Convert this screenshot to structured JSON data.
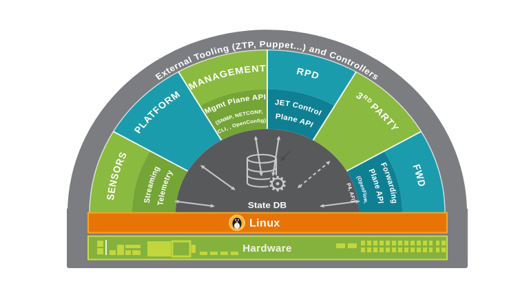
{
  "arc_title": "External Tooling (ZTP, Puppet...) and  Controllers",
  "segments": {
    "sensors": {
      "label": "SENSORS",
      "sub1": "Streaming",
      "sub2": "Telemetry"
    },
    "platform": {
      "label": "PLATFORM"
    },
    "management": {
      "label": "MANAGEMENT",
      "api": "Mgmt Plane API",
      "api_sub1": "(SNMP, NETCONF,",
      "api_sub2": "CLI, , OpenConfig)"
    },
    "rpd": {
      "label": "RPD",
      "api_line1": "JET Control",
      "api_line2": "Plane API"
    },
    "third_party": {
      "num": "3",
      "sup": "RD",
      "rest": "PARTY",
      "full_label": "3RD PARTY"
    },
    "fwd": {
      "label": "FWD",
      "api_line1": "Forwarding",
      "api_line2": "Plane API",
      "api_sub1": "(OpenFlow,",
      "api_sub2": "P4, AFI)"
    }
  },
  "center": {
    "label": "State DB",
    "db_icon": "database-with-gear"
  },
  "bars": {
    "linux_label": "Linux",
    "hardware_label": "Hardware"
  },
  "icons": {
    "gear": "⚙"
  },
  "colors": {
    "gray_frame": "#7c7d80",
    "gray_center": "#58595b",
    "green": "#8aba3f",
    "green_dark": "#75a437",
    "teal": "#1b9cad",
    "teal_dark": "#0f8093",
    "orange": "#e87408",
    "orange_border": "#f6a623",
    "hw_green": "#85b23c",
    "hw_border": "#c8dc4b",
    "hw_decor": "#c3d63b",
    "arrow_gray": "#c6c7c9",
    "white": "#ffffff"
  }
}
